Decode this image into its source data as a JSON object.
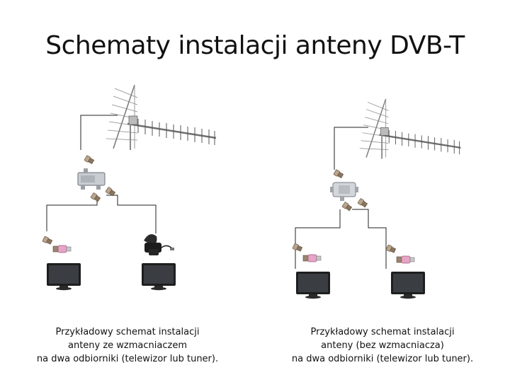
{
  "slide": {
    "title": "Schematy instalacji anteny DVB-T"
  },
  "left_diagram": {
    "caption_line1": "Przykładowy schemat instalacji",
    "caption_line2": "anteny ze wzmacniaczem",
    "caption_line3": "na dwa odbiorniki (telewizor lub tuner).",
    "components": [
      "antenna-icon",
      "connector-icon",
      "splitter-icon",
      "connector-icon",
      "connector-icon",
      "amplifier-power-supply-icon",
      "tv-icon",
      "tv-icon"
    ]
  },
  "right_diagram": {
    "caption_line1": "Przykładowy schemat instalacji",
    "caption_line2": "anteny (bez wzmacniacza)",
    "caption_line3": "na dwa odbiorniki (telewizor lub tuner).",
    "components": [
      "antenna-icon",
      "connector-icon",
      "splitter-icon",
      "connector-icon",
      "connector-icon",
      "tv-icon",
      "tv-icon"
    ]
  },
  "colors": {
    "line": "#222222",
    "connector": "#a08a72",
    "plug": "#e0a0c0",
    "splitter": "#c9cdd2",
    "tv_body": "#1e1e1e",
    "tv_screen": "#3a3d42"
  }
}
